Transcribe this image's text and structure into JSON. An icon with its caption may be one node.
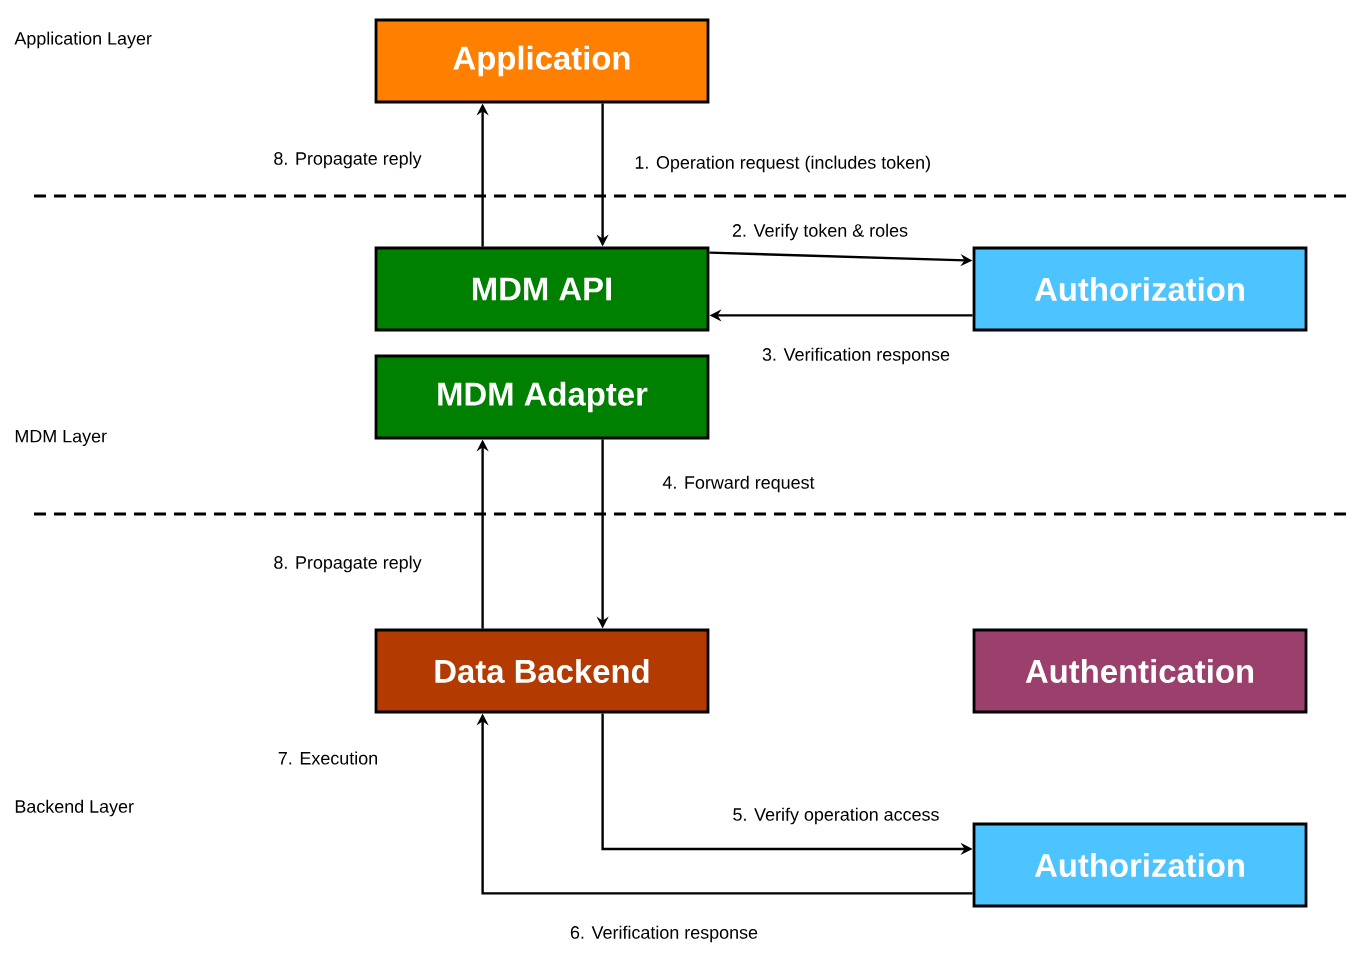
{
  "diagram": {
    "nodes": [
      {
        "text": [
          "Application"
        ]
      },
      {
        "text": [
          "MDM API"
        ]
      },
      {
        "text": [
          "Authorization"
        ]
      },
      {
        "text": [
          "MDM Adapter"
        ]
      },
      {
        "text": [
          "Data Backend"
        ]
      },
      {
        "text": [
          "Authentication"
        ]
      },
      {
        "text": [
          "Authorization"
        ]
      }
    ],
    "edges": [
      {
        "from": 0,
        "to": 1,
        "arrow": "to",
        "label": "1. Operation request (includes token)"
      },
      {
        "from": 1,
        "to": 0,
        "arrow": "to",
        "label": "8. Propagate reply"
      },
      {
        "from": 1,
        "to": 2,
        "arrow": "to",
        "label": "2. Verify token & roles"
      },
      {
        "from": 2,
        "to": 1,
        "arrow": "to",
        "label": "3. Verification response"
      },
      {
        "from": 3,
        "to": 4,
        "arrow": "to",
        "label": "4. Forward request"
      },
      {
        "from": 4,
        "to": 3,
        "arrow": "to",
        "label": "8. Propagate reply"
      },
      {
        "from": 4,
        "to": 6,
        "arrow": "to",
        "label": "5. Verify operation access"
      },
      {
        "from": 6,
        "to": 4,
        "arrow": "to",
        "label": "6. Verification response"
      }
    ],
    "labels": [
      "Application Layer",
      "MDM Layer",
      "7. Execution",
      "Backend Layer"
    ]
  }
}
